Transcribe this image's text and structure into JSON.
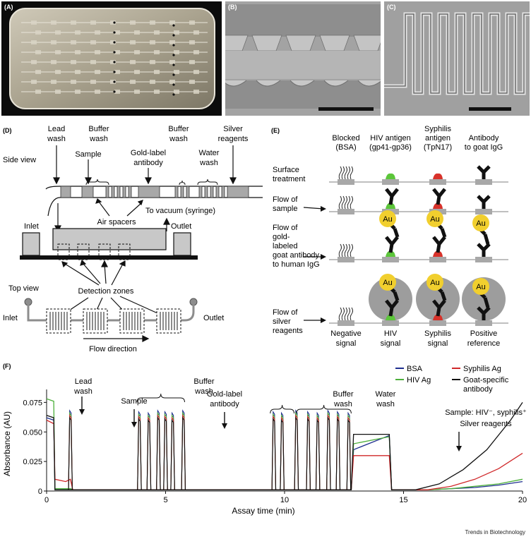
{
  "panels": {
    "a": {
      "label": "(A)"
    },
    "b": {
      "label": "(B)"
    },
    "c": {
      "label": "(C)"
    },
    "d": {
      "label": "(D)",
      "side_view": "Side view",
      "top_view": "Top view",
      "lead_wash": [
        "Lead",
        "wash"
      ],
      "buffer_wash_1": [
        "Buffer",
        "wash"
      ],
      "buffer_wash_2": [
        "Buffer",
        "wash"
      ],
      "silver": [
        "Silver",
        "reagents"
      ],
      "sample": "Sample",
      "gold_label": [
        "Gold-label",
        "antibody"
      ],
      "water_wash": [
        "Water",
        "wash"
      ],
      "air_spacers": "Air spacers",
      "vacuum": "To vacuum (syringe)",
      "inlet": "Inlet",
      "outlet": "Outlet",
      "detection_zones": "Detection zones",
      "inlet_top": "Inlet",
      "outlet_top": "Outlet",
      "flow_direction": "Flow direction"
    },
    "e": {
      "label": "(E)",
      "col_headers": [
        [
          "Blocked",
          "(BSA)"
        ],
        [
          "HIV antigen",
          "(gp41-gp36)"
        ],
        [
          "Syphilis",
          "antigen",
          "(TpN17)"
        ],
        [
          "Antibody",
          "to goat IgG"
        ]
      ],
      "row_labels": [
        [
          "Surface",
          "treatment"
        ],
        [
          "Flow of",
          "sample"
        ],
        [
          "Flow of",
          "gold-",
          "labeled",
          "goat antibody",
          "to human IgG"
        ],
        [
          "Flow of",
          "silver",
          "reagents"
        ]
      ],
      "gold": "Au",
      "signals": [
        [
          "Negative",
          "signal"
        ],
        [
          "HIV",
          "signal"
        ],
        [
          "Syphilis",
          "signal"
        ],
        [
          "Positive",
          "reference"
        ]
      ]
    },
    "f": {
      "label": "(F)"
    }
  },
  "colors": {
    "bsa": "#1f2f8f",
    "hiv": "#4caf3a",
    "syphilis": "#d0282a",
    "goat": "#111111",
    "gold": "#f1cf2e",
    "silver": "#9d9d9d",
    "pad": "#a8a8a8",
    "channel": "#c8c8c8",
    "antigen_hiv": "#5cc63a",
    "antigen_syph": "#d8322a"
  },
  "annotations": {
    "lead_wash": [
      "Lead",
      "wash"
    ],
    "sample": "Sample",
    "buffer_wash": [
      "Buffer",
      "wash"
    ],
    "gold_label": [
      "Gold-label",
      "antibody"
    ],
    "buffer_wash_2": [
      "Buffer",
      "wash"
    ],
    "water_wash": [
      "Water",
      "wash"
    ],
    "sample_condition": "Sample: HIV⁻, syphilis⁺",
    "silver": "Silver reagents"
  },
  "chart_data": {
    "type": "line",
    "xlabel": "Assay time (min)",
    "ylabel": "Absorbance (AU)",
    "xlim": [
      0,
      20
    ],
    "ylim": [
      0,
      0.08
    ],
    "xticks": [
      "0",
      "5",
      "10",
      "15",
      "20"
    ],
    "yticks": [
      "0",
      "0.025",
      "0.050",
      "0.075"
    ],
    "series": [
      {
        "name": "BSA",
        "key": "bsa",
        "x": [
          0,
          0.3,
          0.35,
          0.8,
          1.0,
          1.1,
          3.6,
          12.8,
          12.9,
          14.4,
          14.5,
          16.0,
          17.0,
          18.0,
          19.0,
          20.0
        ],
        "y": [
          0.062,
          0.06,
          0.002,
          0.002,
          0.002,
          0.001,
          0.001,
          0.001,
          0.035,
          0.047,
          0.001,
          0.001,
          0.002,
          0.003,
          0.005,
          0.008
        ]
      },
      {
        "name": "HIV Ag",
        "key": "hiv",
        "x": [
          0,
          0.3,
          0.35,
          0.8,
          1.0,
          1.1,
          3.6,
          12.8,
          12.9,
          14.4,
          14.5,
          16.0,
          17.0,
          18.0,
          19.0,
          20.0
        ],
        "y": [
          0.078,
          0.076,
          0.002,
          0.002,
          0.002,
          0.001,
          0.001,
          0.001,
          0.04,
          0.046,
          0.001,
          0.001,
          0.002,
          0.004,
          0.006,
          0.01
        ]
      },
      {
        "name": "Syphilis Ag",
        "key": "syphilis",
        "x": [
          0,
          0.3,
          0.35,
          0.8,
          1.0,
          1.1,
          3.6,
          12.8,
          12.9,
          14.4,
          14.5,
          16.0,
          17.0,
          18.0,
          19.0,
          20.0
        ],
        "y": [
          0.06,
          0.057,
          0.01,
          0.008,
          0.01,
          0.001,
          0.001,
          0.001,
          0.03,
          0.03,
          0.001,
          0.001,
          0.004,
          0.01,
          0.019,
          0.032
        ]
      },
      {
        "name": "Goat-specific antibody",
        "key": "goat",
        "x": [
          0,
          0.3,
          0.35,
          0.8,
          1.0,
          1.1,
          3.6,
          12.8,
          12.9,
          14.4,
          14.5,
          15.5,
          16.5,
          17.5,
          18.5,
          19.5,
          20.0
        ],
        "y": [
          0.064,
          0.062,
          0.001,
          0.001,
          0.001,
          0.001,
          0.001,
          0.001,
          0.048,
          0.048,
          0.001,
          0.001,
          0.006,
          0.018,
          0.035,
          0.06,
          0.075
        ]
      }
    ],
    "legend": [
      "BSA",
      "Syphilis Ag",
      "HIV Ag",
      "Goat-specific antibody"
    ],
    "legend_lines": [
      [
        "BSA"
      ],
      [
        "Syphilis Ag"
      ],
      [
        "HIV Ag"
      ],
      [
        "Goat-specific",
        "antibody"
      ]
    ],
    "legend_position": "top-right",
    "peaks": {
      "lead": [
        1.0
      ],
      "buffer": [
        3.9,
        4.3,
        4.7,
        5.0,
        5.3,
        5.75
      ],
      "water": [
        9.55,
        9.9,
        10.5,
        11.0,
        11.4,
        11.85,
        12.25,
        12.7
      ]
    },
    "peak_height": 0.068,
    "grid": false
  }
}
